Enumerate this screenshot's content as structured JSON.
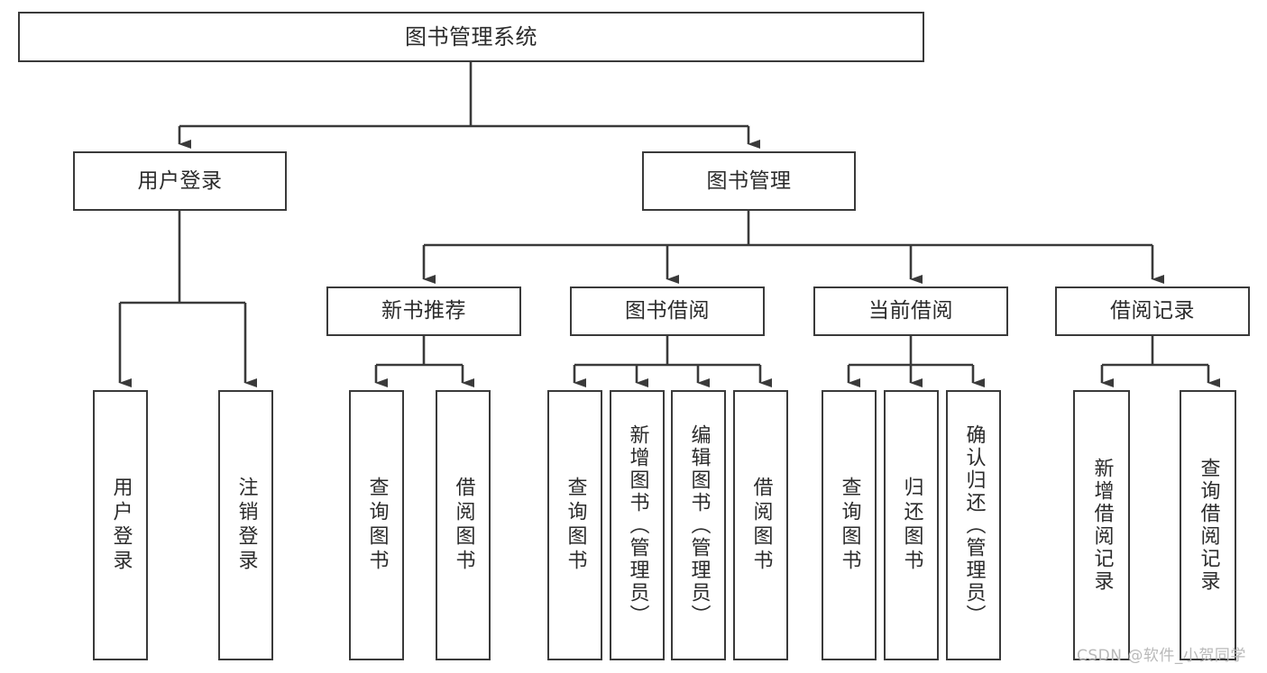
{
  "diagram": {
    "title": "图书管理系统",
    "watermark": "CSDN @软件_小贺同学",
    "stroke_color": "#3a3a3a",
    "text_color": "#2b2b2b",
    "background": "#ffffff",
    "nodes": {
      "root": {
        "label": "图书管理系统"
      },
      "level1": [
        {
          "label": "用户登录"
        },
        {
          "label": "图书管理"
        }
      ],
      "level2": [
        {
          "label": "新书推荐"
        },
        {
          "label": "图书借阅"
        },
        {
          "label": "当前借阅"
        },
        {
          "label": "借阅记录"
        }
      ],
      "leaves": {
        "user_login": [
          {
            "label": "用户登录"
          },
          {
            "label": "注销登录"
          }
        ],
        "new_book": [
          {
            "label": "查询图书"
          },
          {
            "label": "借阅图书"
          }
        ],
        "borrow_book": [
          {
            "label": "查询图书"
          },
          {
            "label": "新增图书（管理员）"
          },
          {
            "label": "编辑图书（管理员）"
          },
          {
            "label": "借阅图书"
          }
        ],
        "current_borrow": [
          {
            "label": "查询图书"
          },
          {
            "label": "归还图书"
          },
          {
            "label": "确认归还（管理员）"
          }
        ],
        "borrow_record": [
          {
            "label": "新增借阅记录"
          },
          {
            "label": "查询借阅记录"
          }
        ]
      }
    }
  }
}
